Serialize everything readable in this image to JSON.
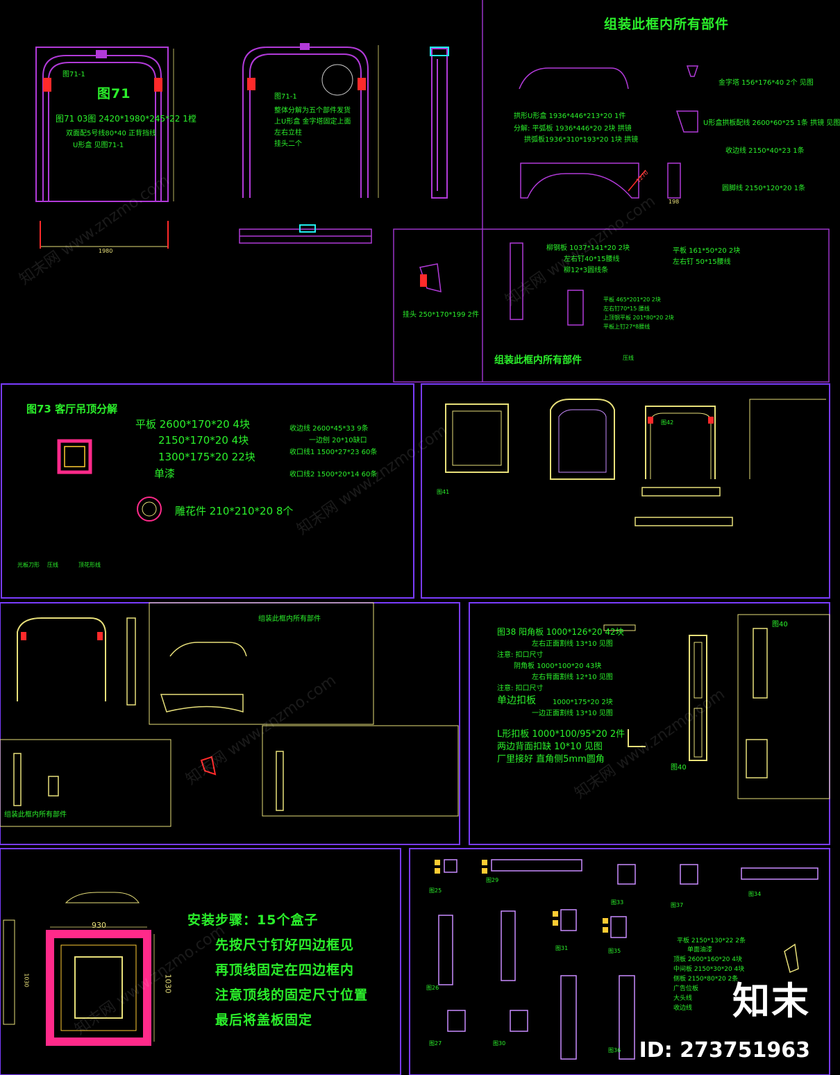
{
  "panels": {
    "p1": {
      "fig71_1a": "图71-1",
      "fig71_title": "图71",
      "fig71_spec": "图71  03图 2420*1980*245*22 1樘",
      "fig71_line2": "双面配5号线80*40 正背挡线",
      "fig71_line3": "U形盒 见图71-1",
      "dim_bottom": "1980",
      "fig71_1b": "图71-1",
      "note1": "整体分解为五个部件发货",
      "note2": "上U形盒 金字塔固定上面",
      "note3": "左右立柱",
      "note4": "挂头二个"
    },
    "p2": {
      "heading": "组装此框内所有部件",
      "item1": "拱形U形盒 1936*446*213*20 1件",
      "item2": "分解: 平弧板 1936*446*20 2块 拱镜",
      "item3": "拱弧板1936*310*193*20 1块 拱镜",
      "item4": "金字塔 156*176*40 2个 见图",
      "item5": "U形盒拱板配线 2600*60*25 1条 拱镜 见图",
      "item6": "收边线 2150*40*23 1条",
      "item7": "圆脚线 2150*120*20 1条",
      "dim1": "1270",
      "dim2": "198"
    },
    "p3": {
      "gua": "挂头 250*170*199 2件",
      "col1": "柳钢板 1037*141*20 2块",
      "col2": "左右钉40*15腰线",
      "col3": "柳12*3圆线条",
      "flat1": "平板 161*50*20 2块",
      "flat2": "左右钉 50*15腰线",
      "b1": "平板 465*201*20 2块",
      "b2": "左右钉70*15 腰线",
      "b3": "上顶钢平板 201*80*20 2块",
      "b4": "平板上钉27*8腰线",
      "press": "压线",
      "heading": "组装此框内所有部件"
    },
    "p4": {
      "title": "图73 客厅吊顶分解",
      "l1": "平板 2600*170*20 4块",
      "l2": "2150*170*20 4块",
      "l3": "1300*175*20 22块",
      "l4": "单漆",
      "carve": "雕花件 210*210*20 8个",
      "r1": "收边线 2600*45*33 9条",
      "r2": "一边刨 20*10缺口",
      "r3": "收口线1 1500*27*23 60条",
      "r4": "收口线2 1500*20*14 60条",
      "a": "光板刀形",
      "b": "压线",
      "c": "顶花形线"
    },
    "p5": {
      "fig42": "图42",
      "fig41": "图41"
    },
    "p6": {
      "heading": "组装此框内所有部件",
      "foot": "组装此框内所有部件"
    },
    "p7": {
      "f38": "图38  阳角板 1000*126*20 42块",
      "f38b": "左右正面割线 13*10 见图",
      "note1": "注意: 扣口尺寸",
      "f38c": "阴角板 1000*100*20 43块",
      "f38d": "左右背面割线 12*10 见图",
      "note2": "注意: 扣口尺寸",
      "single": "单边扣板",
      "single_b": "1000*175*20 2块",
      "single_c": "一边正面割线 13*10 见图",
      "lshape": "L形扣板 1000*100/95*20 2件",
      "lshape_b": "两边背面扣缺 10*10 见图",
      "lshape_c": "厂里接好 直角侧5mm圆角",
      "f40a": "图40",
      "f40b": "图40"
    },
    "p8": {
      "dim_w": "930",
      "dim_h": "1030",
      "dim_left": "1030",
      "s1": "安装步骤：15个盒子",
      "s2": "先按尺寸钉好四边框见",
      "s3": "再顶线固定在四边框内",
      "s4": "注意顶线的固定尺寸位置",
      "s5": "最后将盖板固定"
    },
    "p9": {
      "t1": "图25",
      "t2": "图29",
      "t3": "图33",
      "t4": "图37",
      "t5": "图34",
      "t6": "图26",
      "t7": "图31",
      "t8": "图35",
      "t9": "图27",
      "t10": "图30",
      "t11": "图36",
      "r0": "平板 2150*130*22 2条",
      "r1": "单面油漆",
      "r2": "顶板 2600*160*20 4块",
      "r3": "中间板 2150*30*20 4块",
      "r4": "侧板 2150*80*20 2条",
      "r5": "广告位板",
      "r6": "大头线",
      "r7": "收边线"
    }
  },
  "watermarks": [
    "知末网 www.znzmo.com"
  ],
  "brand": "知末",
  "id_label": "ID: 273751963",
  "colors": {
    "background": "#000000",
    "text": "#2bf02b",
    "panel_border": "#7a3cff",
    "drawing_magenta": "#b13ad8",
    "drawing_yellow": "#e8e07a",
    "accent_red": "#ff2a2a",
    "accent_pink": "#ff2a8a"
  }
}
